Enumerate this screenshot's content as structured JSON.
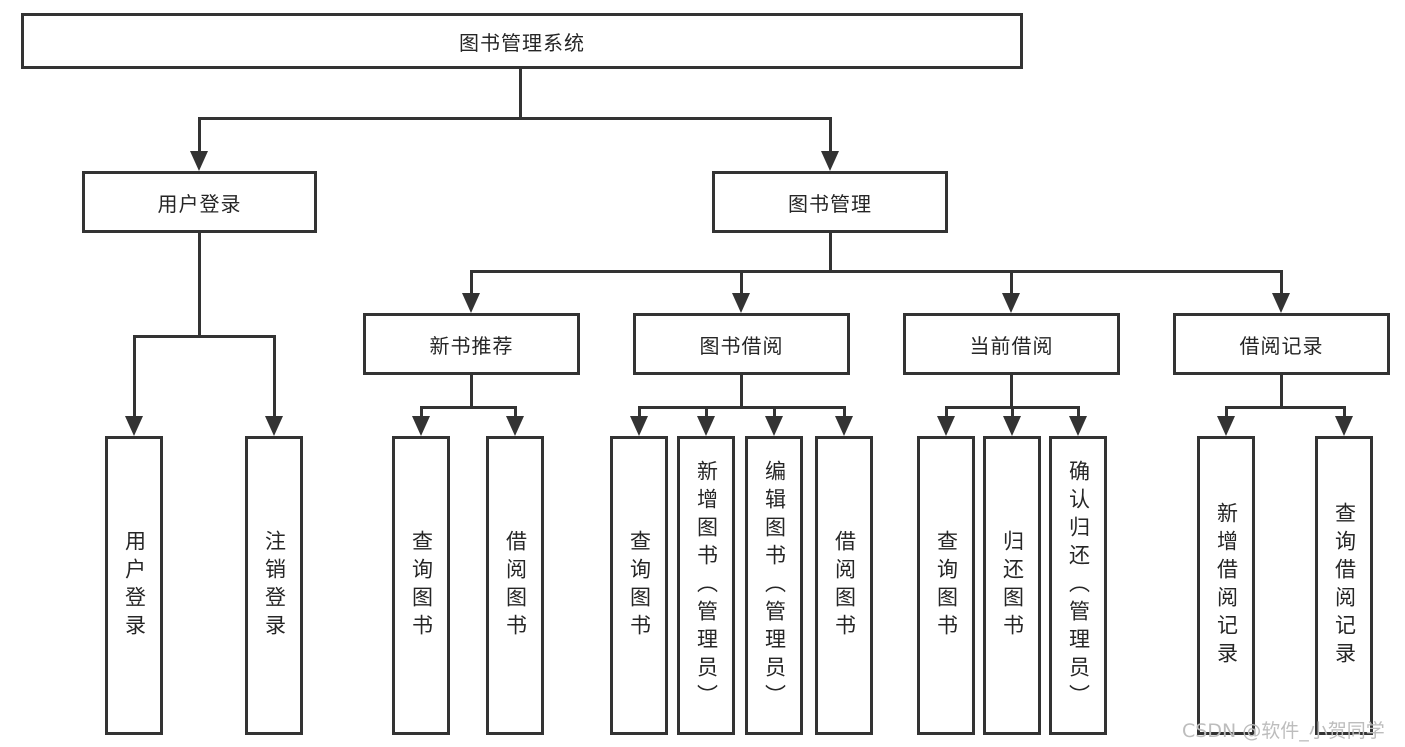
{
  "diagram": {
    "root": "图书管理系统",
    "branches": [
      {
        "label": "用户登录",
        "children": [
          {
            "label": "用户登录"
          },
          {
            "label": "注销登录"
          }
        ]
      },
      {
        "label": "图书管理",
        "children": [
          {
            "label": "新书推荐",
            "children": [
              {
                "label": "查询图书"
              },
              {
                "label": "借阅图书"
              }
            ]
          },
          {
            "label": "图书借阅",
            "children": [
              {
                "label": "查询图书"
              },
              {
                "label": "新增图书（管理员）"
              },
              {
                "label": "编辑图书（管理员）"
              },
              {
                "label": "借阅图书"
              }
            ]
          },
          {
            "label": "当前借阅",
            "children": [
              {
                "label": "查询图书"
              },
              {
                "label": "归还图书"
              },
              {
                "label": "确认归还（管理员）"
              }
            ]
          },
          {
            "label": "借阅记录",
            "children": [
              {
                "label": "新增借阅记录"
              },
              {
                "label": "查询借阅记录"
              }
            ]
          }
        ]
      }
    ]
  },
  "watermark": {
    "text": "CSDN @软件_小贺同学"
  },
  "colors": {
    "line": "#333333",
    "text": "#262626",
    "background": "#ffffff",
    "watermark": "#bdbdbd"
  }
}
